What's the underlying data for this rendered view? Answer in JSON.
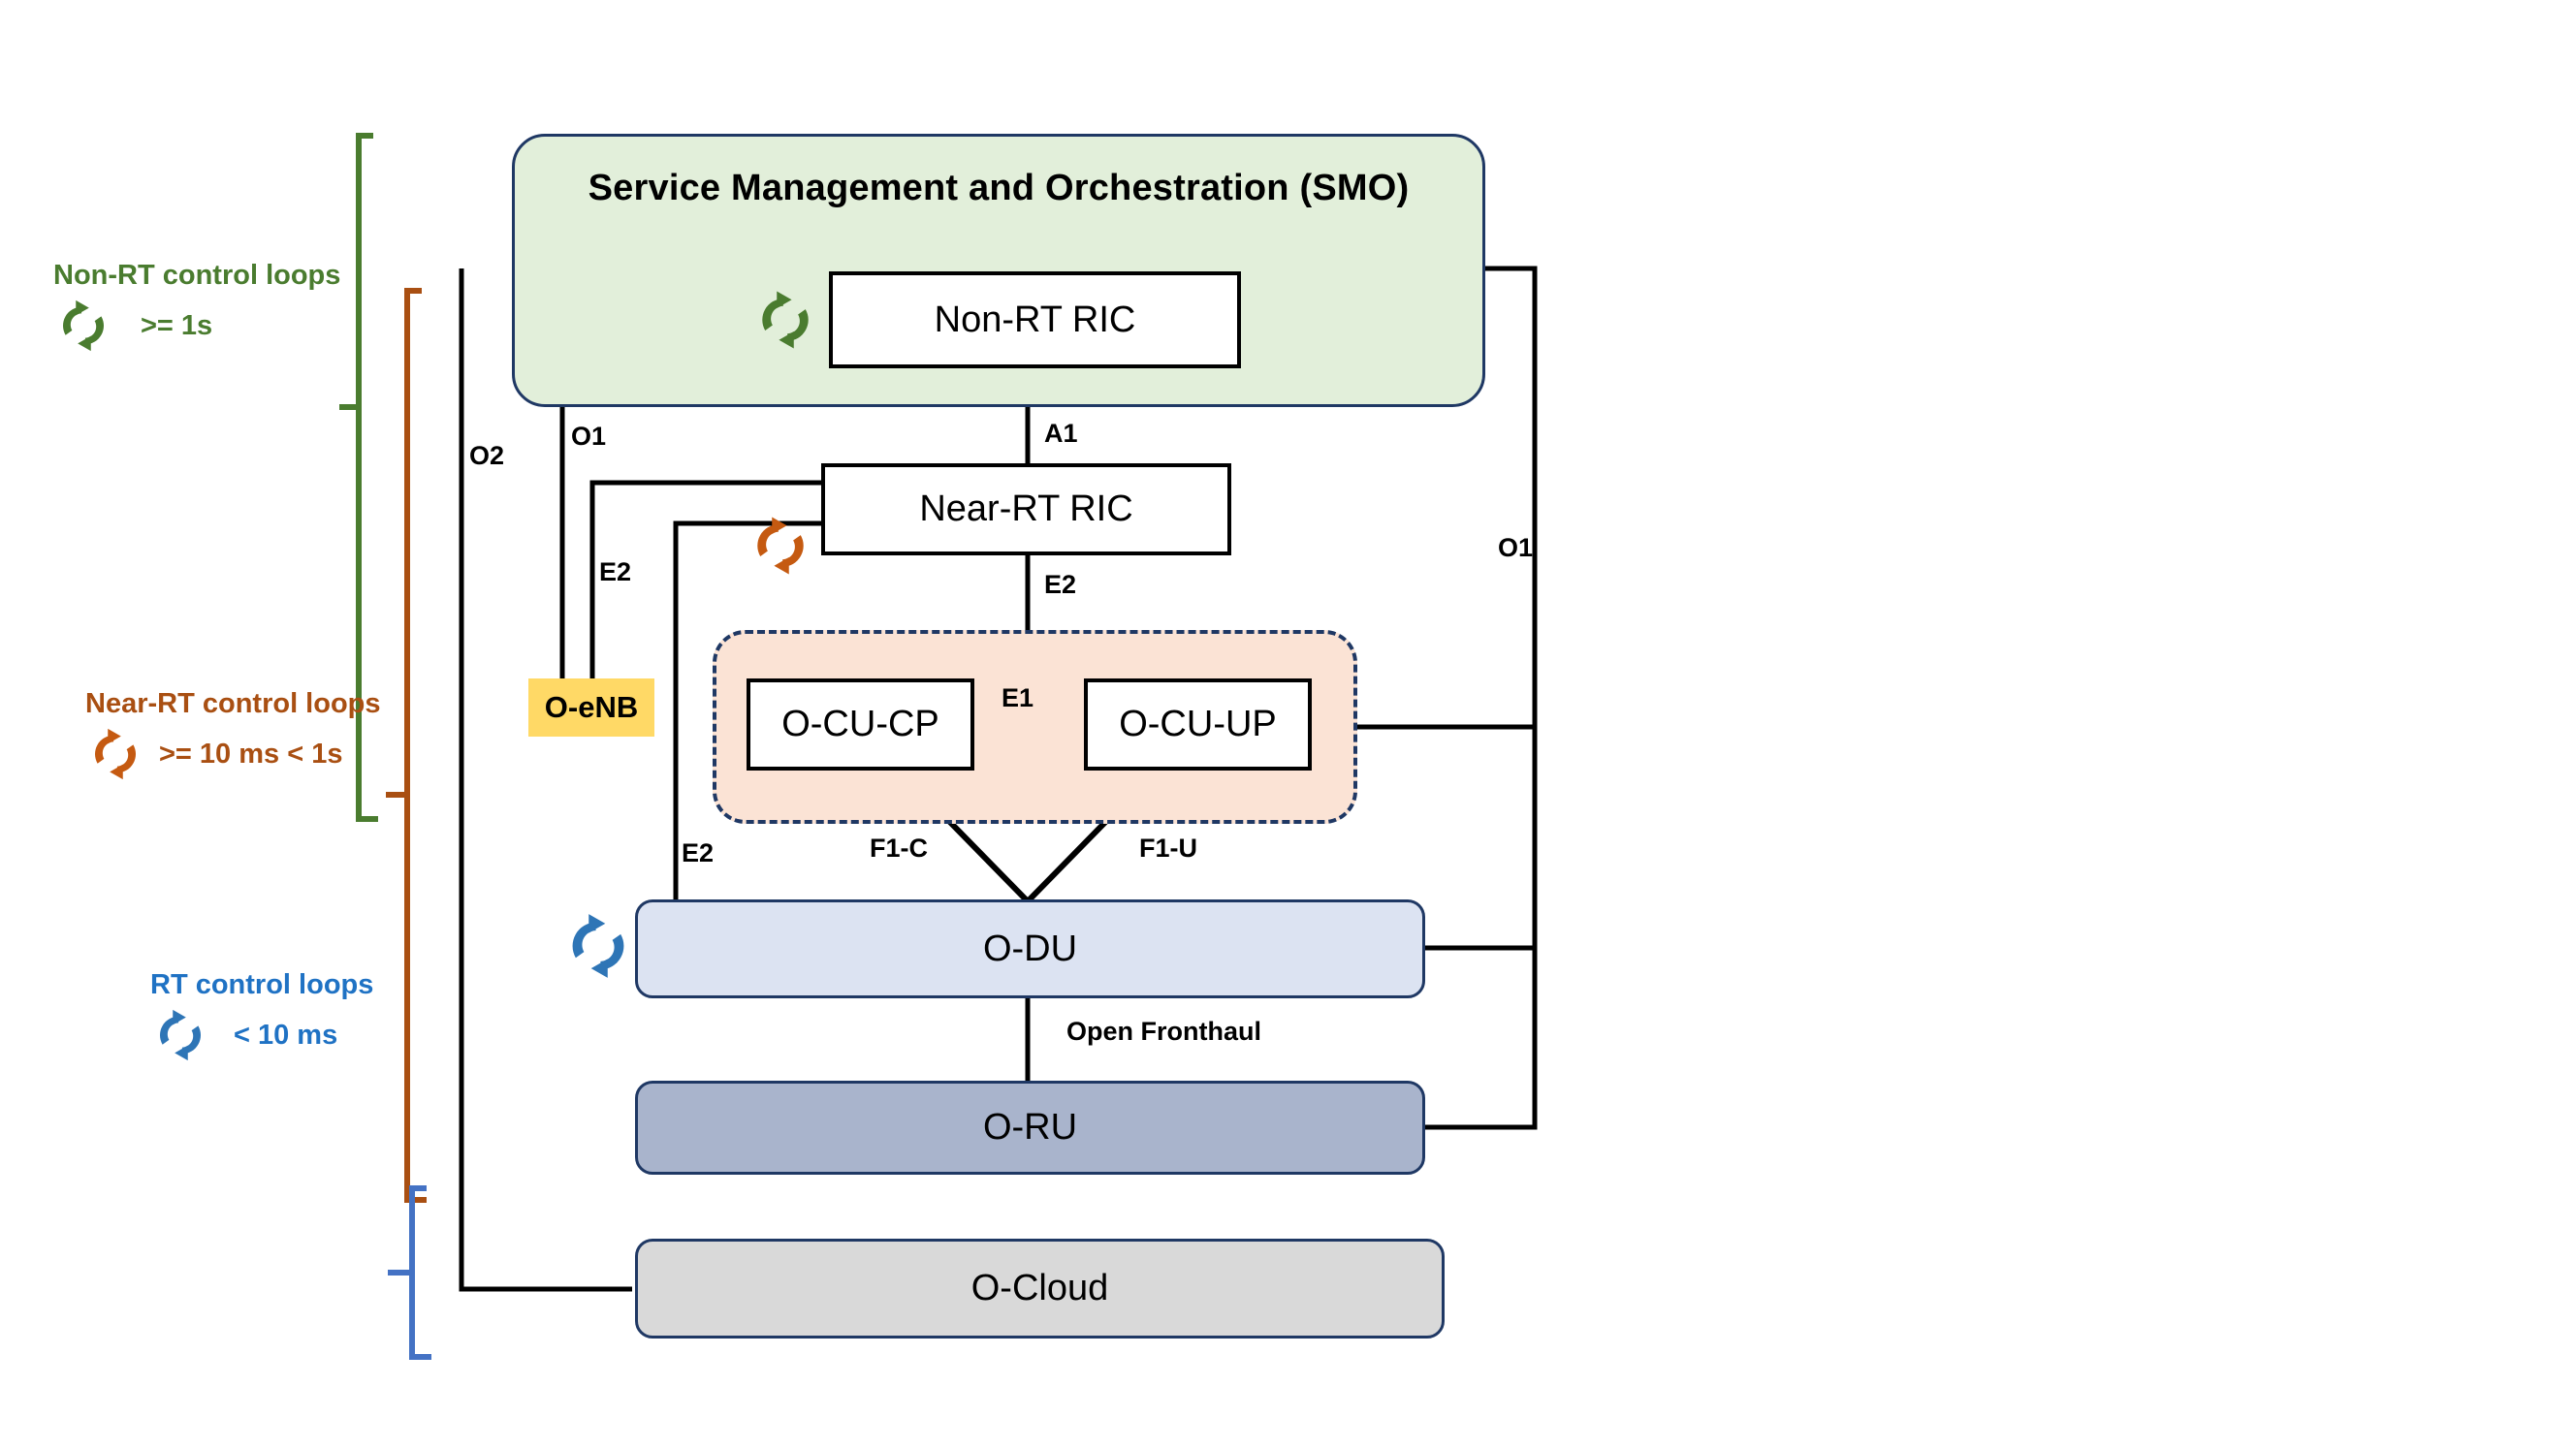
{
  "diagram": {
    "title": "O-RAN architecture control loops",
    "colors": {
      "smo_fill": "#e2efda",
      "smo_border": "#1f3864",
      "enb_fill": "#ffd966",
      "cu_group_fill": "#fbe3d5",
      "cu_group_border": "#1f3864",
      "odu_fill": "#dce3f2",
      "oru_fill": "#a9b4cc",
      "ocloud_fill": "#d9d9d9",
      "non_rt_loop": "#4a7c2f",
      "near_rt_loop": "#a94f12",
      "rt_loop": "#1f72c4",
      "wire": "#000000"
    }
  },
  "nodes": {
    "smo": "Service Management and Orchestration (SMO)",
    "non_rt_ric": "Non-RT RIC",
    "near_rt_ric": "Near-RT RIC",
    "o_enb": "O-eNB",
    "o_cu_cp": "O-CU-CP",
    "o_cu_up": "O-CU-UP",
    "o_du": "O-DU",
    "o_ru": "O-RU",
    "o_cloud": "O-Cloud"
  },
  "interfaces": {
    "o2": "O2",
    "o1_left": "O1",
    "o1_right": "O1",
    "a1": "A1",
    "e2_enb": "E2",
    "e2_cu": "E2",
    "e2_du": "E2",
    "e1": "E1",
    "f1c": "F1-C",
    "f1u": "F1-U",
    "open_fronthaul": "Open Fronthaul"
  },
  "legend": {
    "groups": [
      {
        "id": "non-rt",
        "title": "Non-RT control loops",
        "timing": ">=  1s",
        "color": "#4a7c2f",
        "icon": "control-loop-icon"
      },
      {
        "id": "near-rt",
        "title": "Near-RT control loops",
        "timing": ">= 10 ms   < 1s",
        "color": "#a94f12",
        "icon": "control-loop-icon"
      },
      {
        "id": "rt",
        "title": "RT control loops",
        "timing": "< 10 ms",
        "color": "#1f72c4",
        "icon": "control-loop-icon"
      }
    ]
  }
}
